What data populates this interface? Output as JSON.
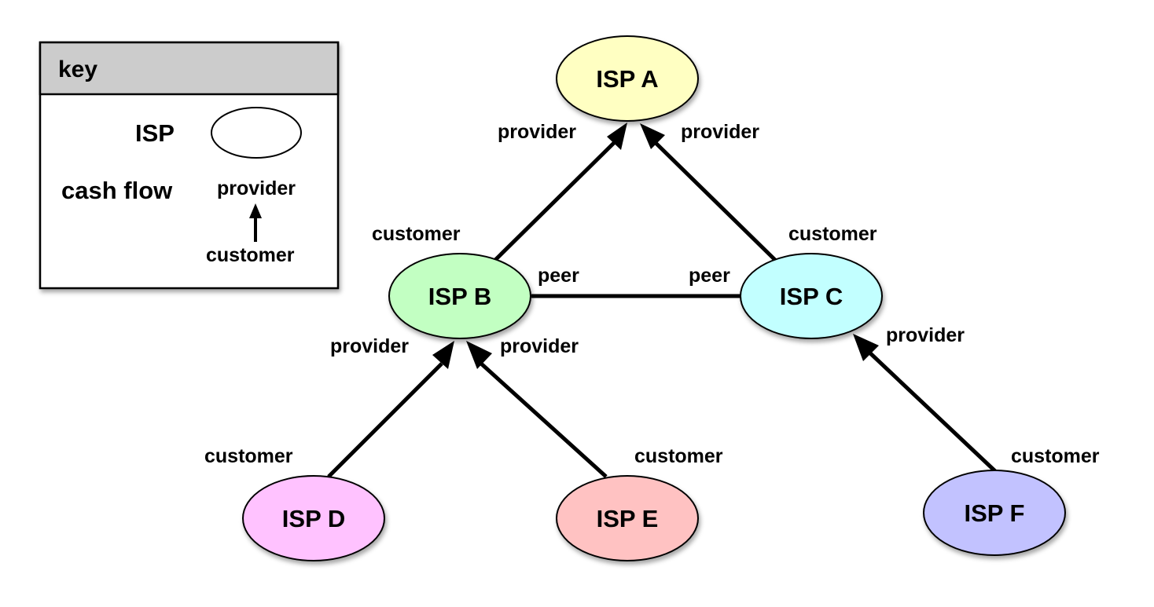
{
  "key": {
    "title": "key",
    "isp_label": "ISP",
    "cash_flow_label": "cash flow",
    "provider_label": "provider",
    "customer_label": "customer"
  },
  "nodes": {
    "a": {
      "label": "ISP A",
      "color": "#ffffc2"
    },
    "b": {
      "label": "ISP B",
      "color": "#c2ffc2"
    },
    "c": {
      "label": "ISP C",
      "color": "#c2ffff"
    },
    "d": {
      "label": "ISP D",
      "color": "#ffc2ff"
    },
    "e": {
      "label": "ISP E",
      "color": "#ffc2c2"
    },
    "f": {
      "label": "ISP F",
      "color": "#c2c2ff"
    }
  },
  "edges": {
    "b_to_a": {
      "from": "ISP B",
      "to": "ISP A",
      "to_role": "provider",
      "from_role": "customer"
    },
    "c_to_a": {
      "from": "ISP C",
      "to": "ISP A",
      "to_role": "provider",
      "from_role": "customer"
    },
    "b_c_peering": {
      "left": "ISP B",
      "right": "ISP C",
      "left_role": "peer",
      "right_role": "peer"
    },
    "d_to_b": {
      "from": "ISP D",
      "to": "ISP B",
      "to_role": "provider",
      "from_role": "customer"
    },
    "e_to_b": {
      "from": "ISP E",
      "to": "ISP B",
      "to_role": "provider",
      "from_role": "customer"
    },
    "f_to_c": {
      "from": "ISP F",
      "to": "ISP C",
      "to_role": "provider",
      "from_role": "customer"
    }
  }
}
